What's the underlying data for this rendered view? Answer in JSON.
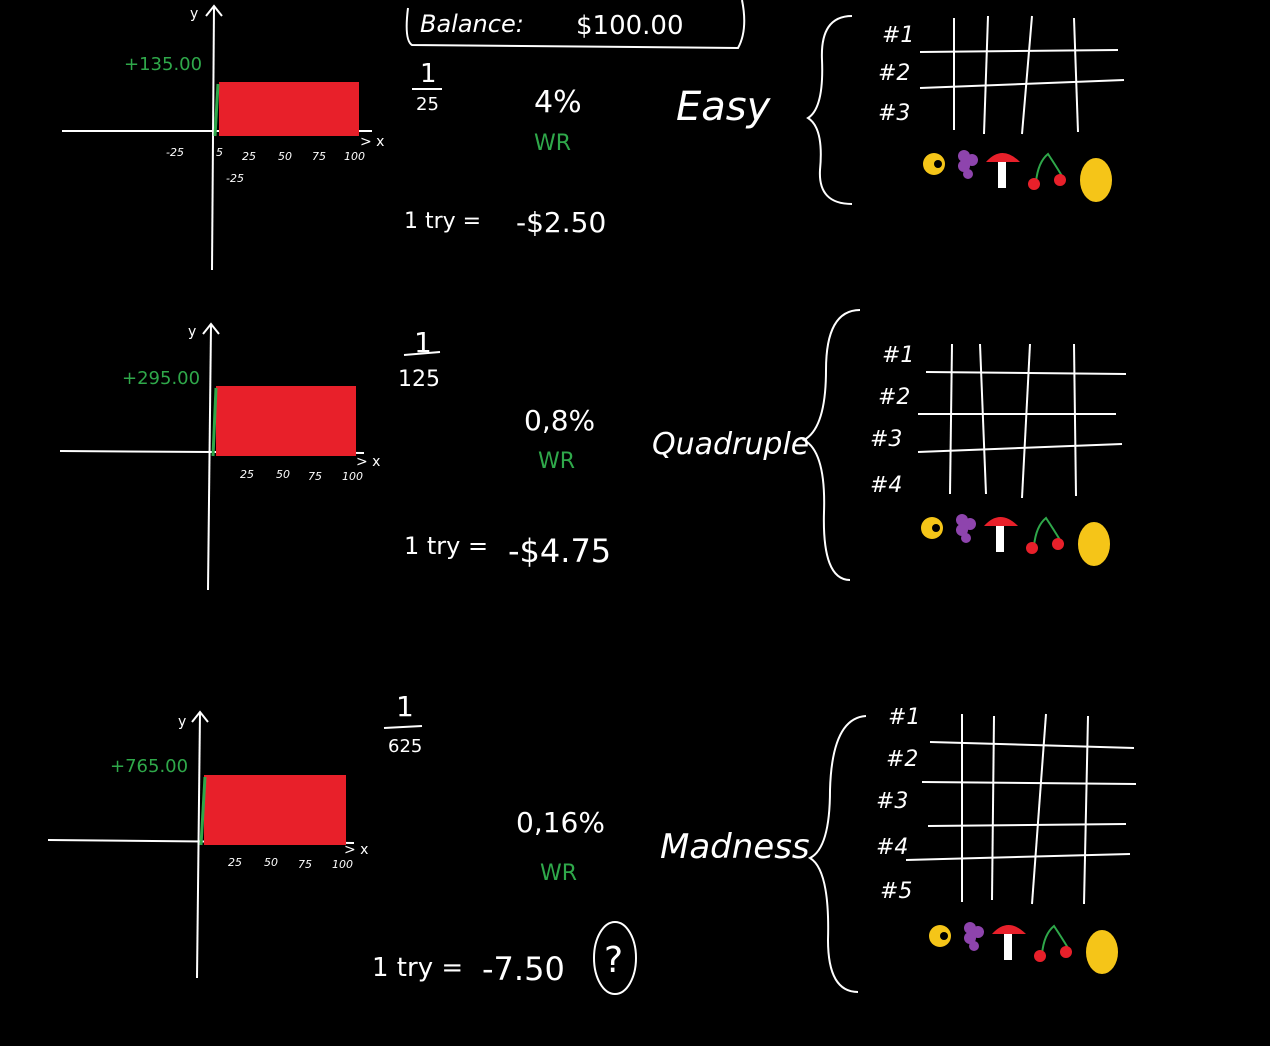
{
  "header": {
    "balance_label": "Balance:",
    "balance_value": "$100.00"
  },
  "sections": [
    {
      "mode": "Easy",
      "fraction_num": "1",
      "fraction_den": "25",
      "win_rate": "4%",
      "wr_label": "WR",
      "try_label": "1 try =",
      "try_cost": "-$2.50",
      "y_label": "y",
      "x_label": "> x",
      "max_payout": "+135.00",
      "x_ticks": [
        "-25",
        "5",
        "25",
        "50",
        "75",
        "100"
      ],
      "y_ticks": [
        "-25"
      ],
      "rows": [
        "#1",
        "#2",
        "#3"
      ]
    },
    {
      "mode": "Quadruple",
      "fraction_num": "1",
      "fraction_den": "125",
      "win_rate": "0,8%",
      "wr_label": "WR",
      "try_label": "1 try =",
      "try_cost": "-$4.75",
      "y_label": "y",
      "x_label": "> x",
      "max_payout": "+295.00",
      "x_ticks": [
        "25",
        "50",
        "75",
        "100"
      ],
      "y_ticks": [],
      "rows": [
        "#1",
        "#2",
        "#3",
        "#4"
      ]
    },
    {
      "mode": "Madness",
      "fraction_num": "1",
      "fraction_den": "625",
      "win_rate": "0,16%",
      "wr_label": "WR",
      "try_label": "1 try =",
      "try_cost": "-7.50",
      "note_mark": "?",
      "y_label": "y",
      "x_label": "> x",
      "max_payout": "+765.00",
      "x_ticks": [
        "25",
        "50",
        "75",
        "100"
      ],
      "y_ticks": [],
      "rows": [
        "#1",
        "#2",
        "#3",
        "#4",
        "#5"
      ]
    }
  ],
  "symbols": [
    "bell-icon",
    "grapes-icon",
    "mushroom-icon",
    "cherry-icon",
    "lemon-icon"
  ],
  "colors": {
    "background": "#000000",
    "ink": "#ffffff",
    "green": "#2fa84a",
    "red": "#e8202a",
    "yellow": "#f5c518",
    "purple": "#8e44ad"
  }
}
